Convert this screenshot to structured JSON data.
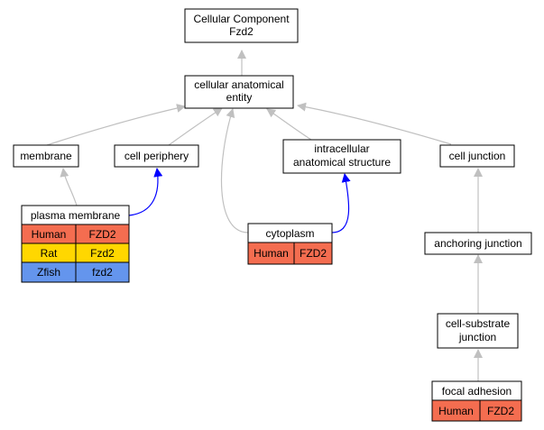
{
  "nodes": {
    "root": {
      "line1": "Cellular Component",
      "line2": "Fzd2"
    },
    "cae": {
      "line1": "cellular anatomical",
      "line2": "entity"
    },
    "membrane": {
      "label": "membrane"
    },
    "cell_periphery": {
      "label": "cell periphery"
    },
    "intracellular": {
      "line1": "intracellular",
      "line2": "anatomical structure"
    },
    "cell_junction": {
      "label": "cell junction"
    },
    "plasma_membrane": {
      "label": "plasma membrane",
      "rows": [
        {
          "species": "Human",
          "gene": "FZD2"
        },
        {
          "species": "Rat",
          "gene": "Fzd2"
        },
        {
          "species": "Zfish",
          "gene": "fzd2"
        }
      ]
    },
    "cytoplasm": {
      "label": "cytoplasm",
      "rows": [
        {
          "species": "Human",
          "gene": "FZD2"
        }
      ]
    },
    "anchoring_junction": {
      "label": "anchoring junction"
    },
    "cell_substrate": {
      "line1": "cell-substrate",
      "line2": "junction"
    },
    "focal_adhesion": {
      "label": "focal adhesion",
      "rows": [
        {
          "species": "Human",
          "gene": "FZD2"
        }
      ]
    }
  },
  "colors": {
    "human": "#f46d50",
    "rat": "#ffd700",
    "zfish": "#6495ed",
    "is_a_edge": "#c0c0c0",
    "part_of_edge": "#0000ff"
  }
}
